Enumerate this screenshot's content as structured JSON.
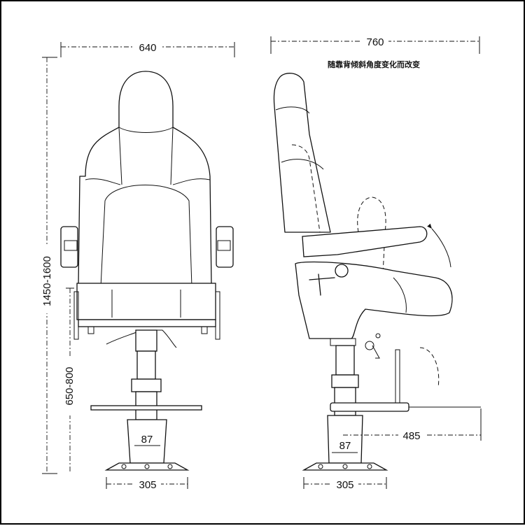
{
  "dimensions": {
    "front_width": "640",
    "side_depth": "760",
    "total_height": "1450-1600",
    "seat_height": "650-800",
    "column_front": "87",
    "column_side": "87",
    "base_front": "305",
    "base_side": "305",
    "footrest_depth": "485"
  },
  "note": "随靠背倾斜角度变化而改变"
}
